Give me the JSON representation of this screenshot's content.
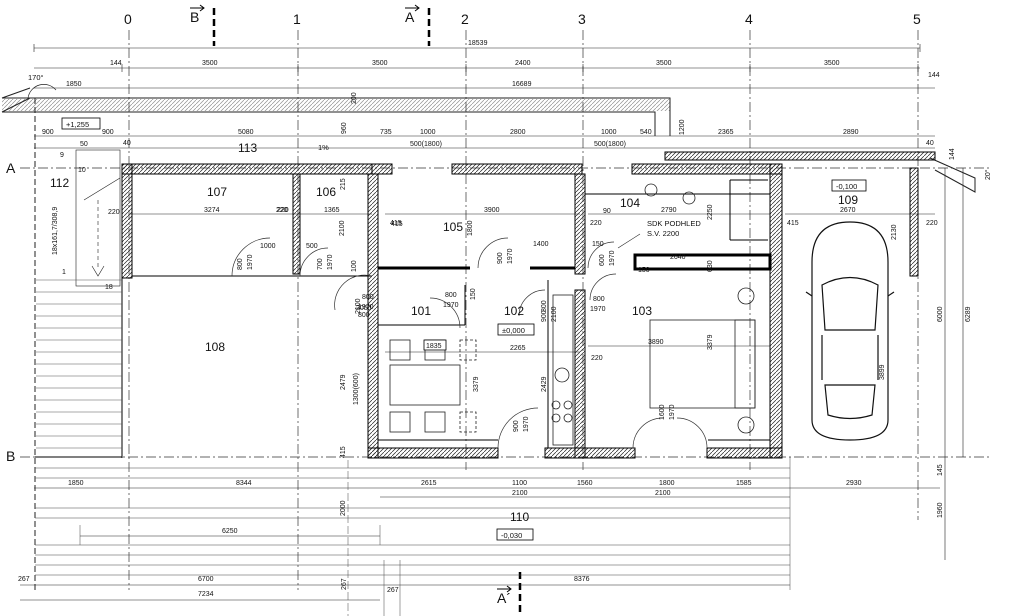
{
  "grid_axes": {
    "columns": [
      "0",
      "1",
      "2",
      "3",
      "4",
      "5"
    ],
    "rows": [
      "A",
      "B"
    ]
  },
  "section_marks": {
    "a_top": "A",
    "b_top": "B",
    "a_bottom": "A´"
  },
  "rooms": [
    {
      "id": "107",
      "label": "107"
    },
    {
      "id": "106",
      "label": "106"
    },
    {
      "id": "105",
      "label": "105"
    },
    {
      "id": "104",
      "label": "104"
    },
    {
      "id": "109",
      "label": "109"
    },
    {
      "id": "101",
      "label": "101"
    },
    {
      "id": "102",
      "label": "102"
    },
    {
      "id": "103",
      "label": "103"
    },
    {
      "id": "108",
      "label": "108"
    },
    {
      "id": "113",
      "label": "113"
    },
    {
      "id": "112",
      "label": "112"
    },
    {
      "id": "110",
      "label": "110"
    }
  ],
  "levels": {
    "entrance": "+1,255",
    "living": "±0,000",
    "garage": "-0,100",
    "terrace": "-0,030"
  },
  "annotations": {
    "ceiling_note_1": "SDK PODHLED",
    "ceiling_note_2": "S.V. 2200",
    "slope": "1%",
    "angle": "170°",
    "stair": "18x161,7/308,9",
    "stair_count": "18",
    "stair_9": "9",
    "stair_10": "10",
    "stair_1": "1"
  },
  "dimensions": {
    "top_total": "18539",
    "top_144_left": "144",
    "top_144_right": "144",
    "top_bays": [
      "3500",
      "3500",
      "2400",
      "3500",
      "3500"
    ],
    "eave_1850": "1850",
    "eave_16689": "16689",
    "wall_dims": [
      "900",
      "900",
      "5080",
      "735",
      "1000",
      "2800",
      "1000",
      "540",
      "2365",
      "2890",
      "40",
      "40"
    ],
    "window_1": "500(1800)",
    "window_2": "500(1800)",
    "d_960": "960",
    "d_200": "200",
    "d_1200": "1200",
    "d_50": "50",
    "room_widths": [
      "3274",
      "220",
      "1365",
      "415",
      "3900",
      "220",
      "2790",
      "415",
      "2670",
      "220"
    ],
    "interior": [
      "1000",
      "500",
      "2100",
      "1800",
      "1400",
      "150",
      "2640",
      "630",
      "150",
      "2250",
      "2130",
      "220",
      "215"
    ],
    "doors": [
      "800",
      "1970",
      "700",
      "1970",
      "900",
      "1970",
      "800",
      "1970",
      "800",
      "1970",
      "600",
      "1970",
      "800",
      "1970",
      "900",
      "1970",
      "1600",
      "1970",
      "800",
      "2050",
      "2100",
      "800",
      "900",
      "2100",
      "100",
      "150"
    ],
    "lower": [
      "1835",
      "2265",
      "3890",
      "3379",
      "2429",
      "3379",
      "2479",
      "1300(600)",
      "220",
      "3899"
    ],
    "right_side": [
      "6289",
      "6000",
      "145",
      "1960"
    ],
    "bottom_row1": [
      "1850",
      "8344",
      "2615",
      "1100",
      "1560",
      "1800",
      "1585",
      "2930"
    ],
    "bottom_row2": [
      "2100",
      "2100"
    ],
    "bottom_lower": [
      "6250",
      "2000",
      "267",
      "6700",
      "267",
      "7234",
      "267",
      "8376"
    ],
    "misc": [
      "415",
      "415",
      "220",
      "20°",
      "144",
      "90"
    ]
  }
}
